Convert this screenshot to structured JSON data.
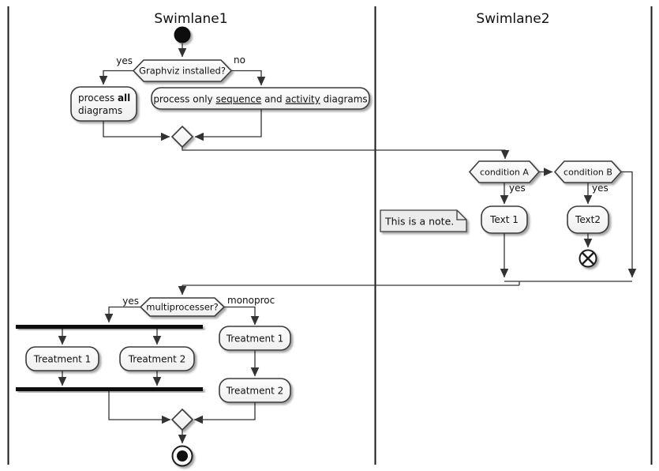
{
  "colors": {
    "background": "#ffffff",
    "line": "#333333",
    "shape_border": "#3a3a3a",
    "shape_fill_top": "#fdfdfd",
    "shape_fill_bottom": "#efefef",
    "fork_bar": "#111111",
    "note_fill": "#ececec",
    "text": "#111111"
  },
  "lanes": [
    {
      "title": "Swimlane1"
    },
    {
      "title": "Swimlane2"
    }
  ],
  "decisions": {
    "graphviz": {
      "label": "Graphviz installed?",
      "yes": "yes",
      "no": "no"
    },
    "condition_a": {
      "label": "condition A",
      "yes": "yes"
    },
    "condition_b": {
      "label": "condition B",
      "yes": "yes"
    },
    "multiprocessor": {
      "label": "multiprocesser?",
      "yes": "yes",
      "no": "monoproc"
    }
  },
  "activities": {
    "process_all": {
      "seg1": "process ",
      "seg2_bold": "all",
      "line2": "diagrams"
    },
    "process_only": {
      "seg1": "process only ",
      "seg2_underline": "sequence",
      "seg3": " and ",
      "seg4_underline": "activity",
      "seg5": " diagrams"
    },
    "text1": "Text 1",
    "text2": "Text2",
    "parallel_treatment1": "Treatment 1",
    "parallel_treatment2": "Treatment 2",
    "mono_treatment1": "Treatment 1",
    "mono_treatment2": "Treatment 2"
  },
  "note": {
    "text": "This is a note."
  }
}
